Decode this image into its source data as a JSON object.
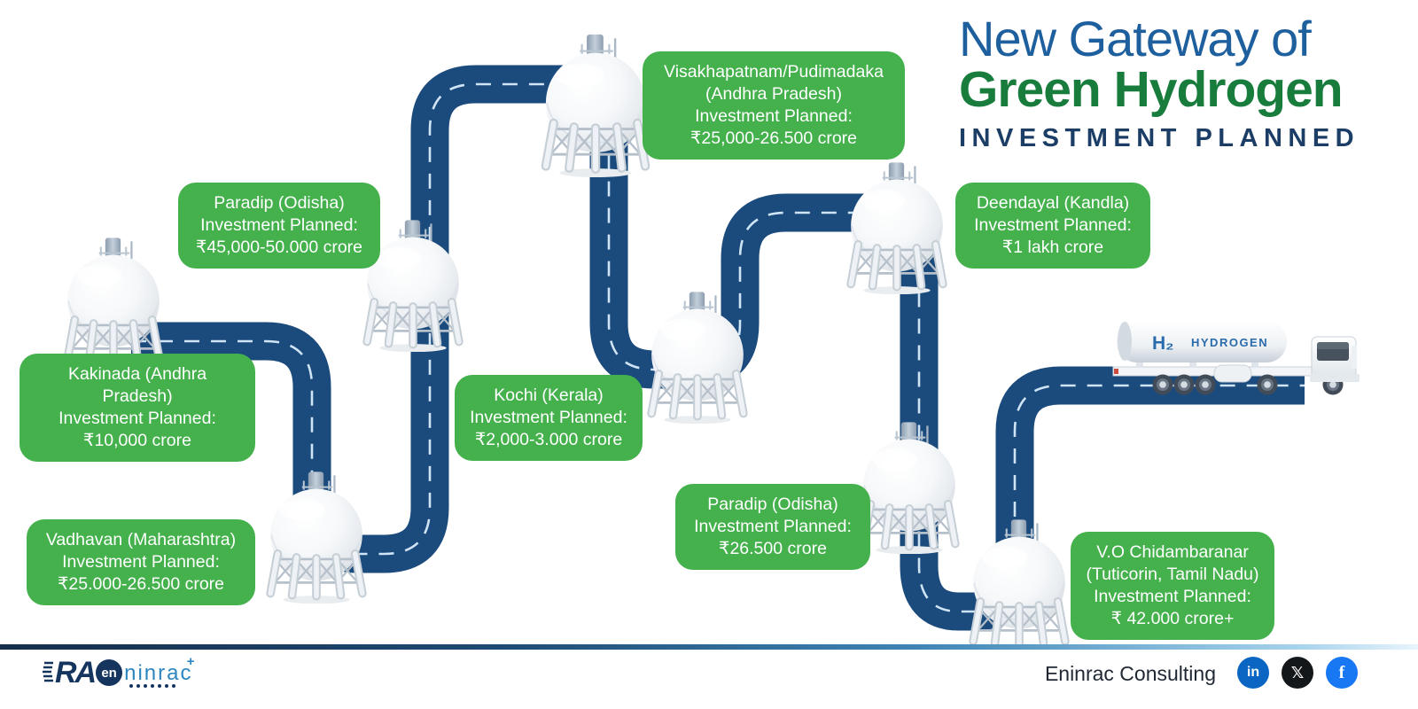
{
  "title": {
    "line1": "New Gateway of",
    "line2": "Green Hydrogen",
    "line3": "INVESTMENT PLANNED"
  },
  "ports": [
    {
      "location": "Visakhapatnam/Pudimadaka",
      "location2": "(Andhra Pradesh)",
      "planned": "Investment Planned:",
      "amount": "₹25,000-26.500 crore"
    },
    {
      "location": "Paradip (Odisha)",
      "location2": "",
      "planned": "Investment Planned:",
      "amount": "₹45,000-50.000 crore"
    },
    {
      "location": "Deendayal (Kandla)",
      "location2": "",
      "planned": "Investment Planned:",
      "amount": "₹1 lakh crore"
    },
    {
      "location": "Kakinada (Andhra Pradesh)",
      "location2": "",
      "planned": "Investment Planned:",
      "amount": "₹10,000 crore"
    },
    {
      "location": "Kochi (Kerala)",
      "location2": "",
      "planned": "Investment Planned:",
      "amount": "₹2,000-3.000 crore"
    },
    {
      "location": "Vadhavan (Maharashtra)",
      "location2": "",
      "planned": "Investment Planned:",
      "amount": "₹25.000-26.500 crore"
    },
    {
      "location": "Paradip (Odisha)",
      "location2": "",
      "planned": "Investment Planned:",
      "amount": "₹26.500 crore"
    },
    {
      "location": "V.O Chidambaranar",
      "location2": "(Tuticorin, Tamil Nadu)",
      "planned": "Investment Planned:",
      "amount": "₹ 42.000 crore+"
    }
  ],
  "truck": {
    "symbol": "H₂",
    "word": "HYDROGEN"
  },
  "footer": {
    "logo": {
      "ra": "RA",
      "en": "en",
      "rest": "ninrac",
      "plus": "+"
    },
    "company": "Eninrac Consulting",
    "social": [
      {
        "name": "linkedin",
        "glyph": "in"
      },
      {
        "name": "x",
        "glyph": "𝕏"
      },
      {
        "name": "facebook",
        "glyph": "f"
      }
    ]
  },
  "colors": {
    "card_green": "#44b14c",
    "road_navy": "#1b4a7d",
    "road_dash": "#cfe4f4",
    "title_blue": "#1e5f9e",
    "title_green": "#187c3c",
    "title_navy": "#1c3e66",
    "linkedin_blue": "#0a66c2",
    "x_black": "#14171a",
    "facebook_blue": "#1877f2"
  }
}
